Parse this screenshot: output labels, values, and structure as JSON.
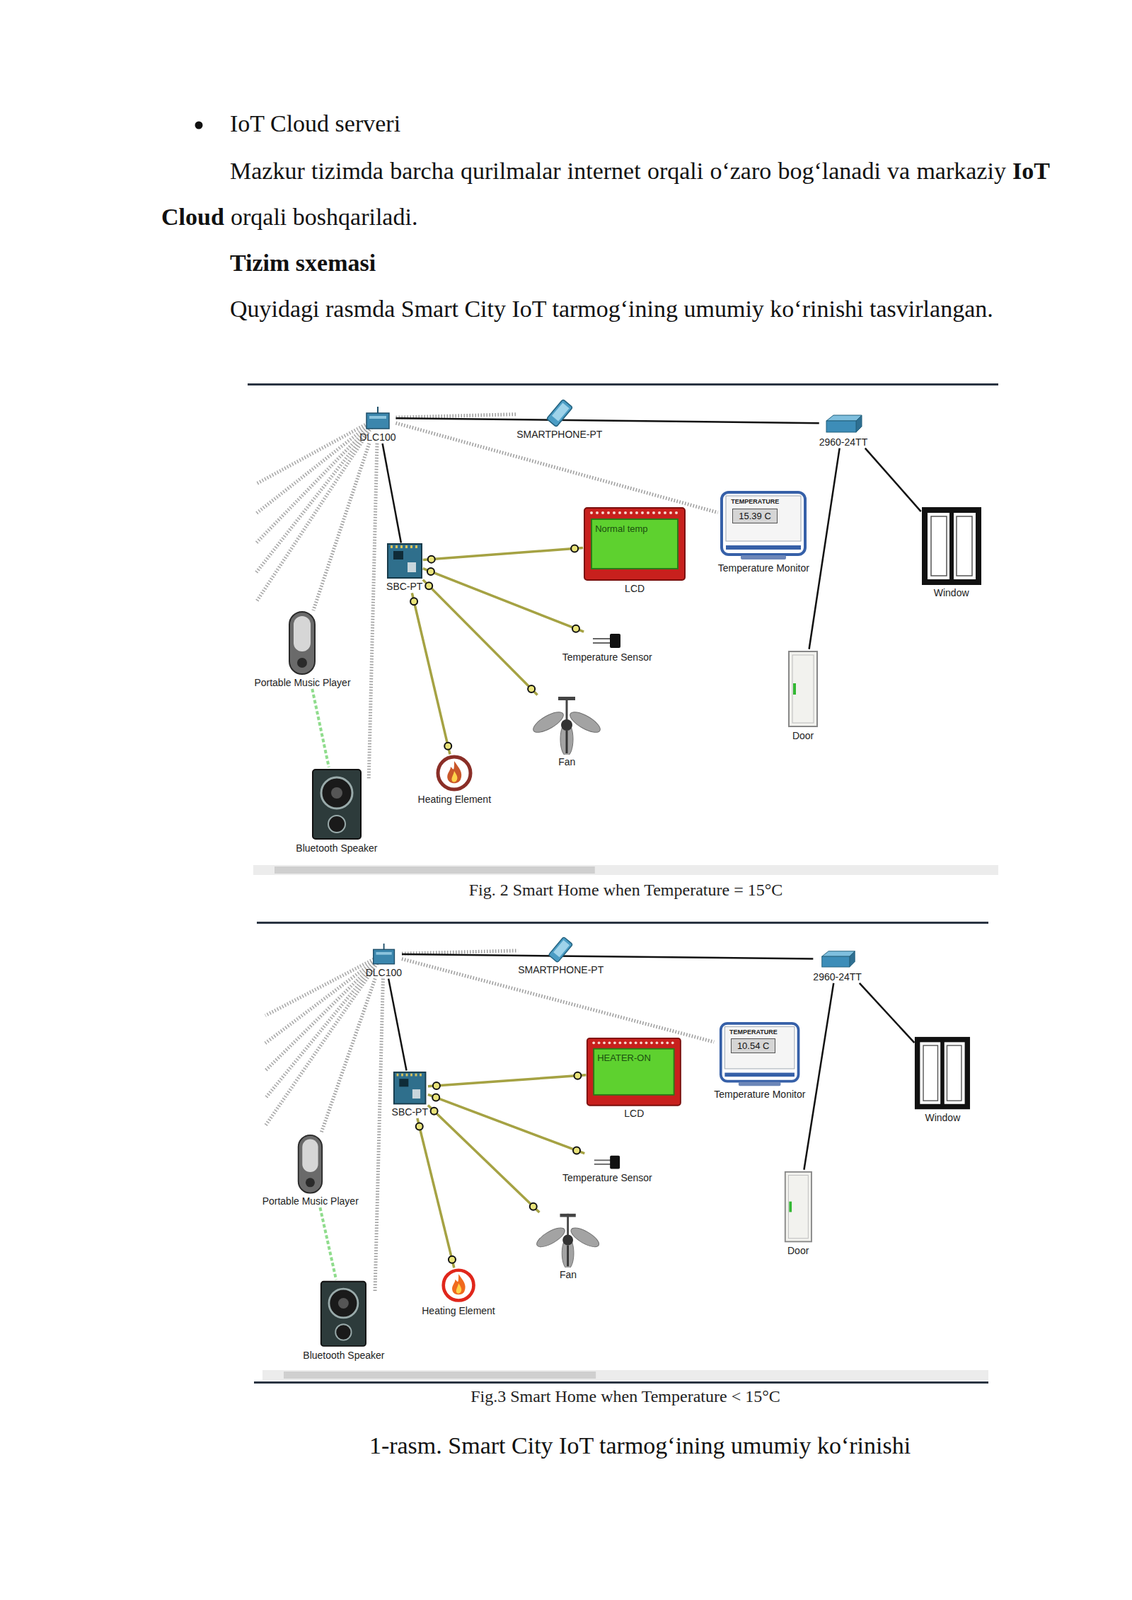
{
  "diagram": {
    "title": "Tizim sxemasi",
    "caption": "1-rasm. Smart City IoT tarmog‘ining umumiy ko‘rinishi",
    "nodes": [
      {
        "text": [
          "Fig. 2 Smart Home when Temperature = 15°C"
        ]
      },
      {
        "text": [
          "DLC100"
        ],
        "in": 0
      },
      {
        "text": [
          "SMARTPHONE-PT"
        ],
        "in": 0
      },
      {
        "text": [
          "2960-24TT"
        ],
        "in": 0
      },
      {
        "text": [
          "TEMPERATURE",
          "15.39 C",
          "Temperature Monitor"
        ],
        "in": 0
      },
      {
        "text": [
          "SBC-PT"
        ],
        "in": 0
      },
      {
        "text": [
          "Normal temp",
          "LCD"
        ],
        "in": 0
      },
      {
        "text": [
          "Window"
        ],
        "in": 0
      },
      {
        "text": [
          "Temperature Sensor"
        ],
        "in": 0
      },
      {
        "text": [
          "Portable Music Player"
        ],
        "in": 0
      },
      {
        "text": [
          "Door"
        ],
        "in": 0
      },
      {
        "text": [
          "Fan"
        ],
        "in": 0
      },
      {
        "text": [
          "Heating Element"
        ],
        "in": 0
      },
      {
        "text": [
          "Bluetooth Speaker"
        ],
        "in": 0
      },
      {
        "text": [
          "Fig.3 Smart Home when Temperature < 15°C"
        ]
      },
      {
        "text": [
          "DLC100"
        ],
        "in": 14
      },
      {
        "text": [
          "SMARTPHONE-PT"
        ],
        "in": 14
      },
      {
        "text": [
          "2960-24TT"
        ],
        "in": 14
      },
      {
        "text": [
          "TEMPERATURE",
          "10.54 C",
          "Temperature Monitor"
        ],
        "in": 14
      },
      {
        "text": [
          "SBC-PT"
        ],
        "in": 14
      },
      {
        "text": [
          "HEATER-ON",
          "LCD"
        ],
        "in": 14
      },
      {
        "text": [
          "Window"
        ],
        "in": 14
      },
      {
        "text": [
          "Temperature Sensor"
        ],
        "in": 14
      },
      {
        "text": [
          "Portable Music Player"
        ],
        "in": 14
      },
      {
        "text": [
          "Door"
        ],
        "in": 14
      },
      {
        "text": [
          "Fan"
        ],
        "in": 14
      },
      {
        "text": [
          "Heating Element"
        ],
        "in": 14
      },
      {
        "text": [
          "Bluetooth Speaker"
        ],
        "in": 14
      }
    ],
    "edges": [
      {
        "from": 1,
        "to": 2,
        "arrow": "none"
      },
      {
        "from": 1,
        "to": 3,
        "arrow": "none"
      },
      {
        "from": 1,
        "to": 4,
        "arrow": "none"
      },
      {
        "from": 1,
        "to": 5,
        "arrow": "none"
      },
      {
        "from": 1,
        "to": 9,
        "arrow": "none"
      },
      {
        "from": 1,
        "to": 13,
        "arrow": "none"
      },
      {
        "from": 9,
        "to": 13,
        "arrow": "none"
      },
      {
        "from": 3,
        "to": 7,
        "arrow": "none"
      },
      {
        "from": 3,
        "to": 10,
        "arrow": "none"
      },
      {
        "from": 5,
        "to": 6,
        "arrow": "none"
      },
      {
        "from": 5,
        "to": 8,
        "arrow": "none"
      },
      {
        "from": 5,
        "to": 11,
        "arrow": "none"
      },
      {
        "from": 5,
        "to": 12,
        "arrow": "none"
      },
      {
        "from": 15,
        "to": 16,
        "arrow": "none"
      },
      {
        "from": 15,
        "to": 17,
        "arrow": "none"
      },
      {
        "from": 15,
        "to": 18,
        "arrow": "none"
      },
      {
        "from": 15,
        "to": 19,
        "arrow": "none"
      },
      {
        "from": 15,
        "to": 23,
        "arrow": "none"
      },
      {
        "from": 15,
        "to": 27,
        "arrow": "none"
      },
      {
        "from": 23,
        "to": 27,
        "arrow": "none"
      },
      {
        "from": 17,
        "to": 21,
        "arrow": "none"
      },
      {
        "from": 17,
        "to": 24,
        "arrow": "none"
      },
      {
        "from": 19,
        "to": 20,
        "arrow": "none"
      },
      {
        "from": 19,
        "to": 22,
        "arrow": "none"
      },
      {
        "from": 19,
        "to": 25,
        "arrow": "none"
      },
      {
        "from": 19,
        "to": 26,
        "arrow": "none"
      }
    ],
    "labels": [
      "IoT Cloud serveri",
      "Mazkur tizimda barcha qurilmalar internet orqali o‘zaro bog‘lanadi va markaziy",
      "IoT Cloud",
      "orqali boshqariladi.",
      "Quyidagi rasmda Smart City IoT tarmog‘ining umumiy ko‘rinishi tasvirlangan."
    ]
  }
}
